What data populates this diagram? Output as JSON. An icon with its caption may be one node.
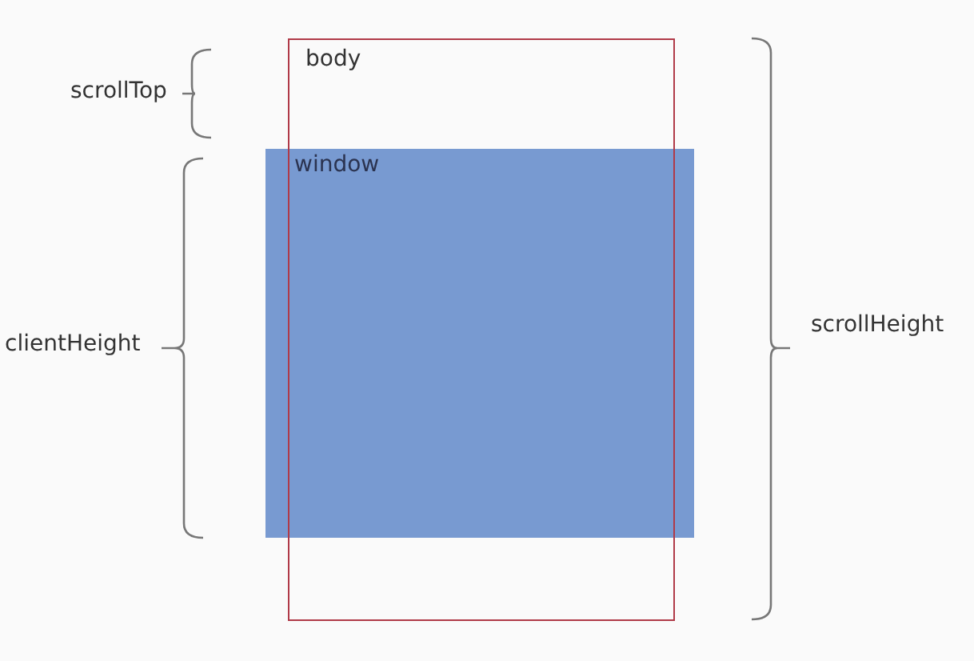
{
  "diagram": {
    "nodes": [
      {
        "text": [
          "body"
        ]
      },
      {
        "text": [
          "window"
        ]
      }
    ],
    "labels": [
      "scrollTop",
      "clientHeight",
      "scrollHeight"
    ]
  }
}
